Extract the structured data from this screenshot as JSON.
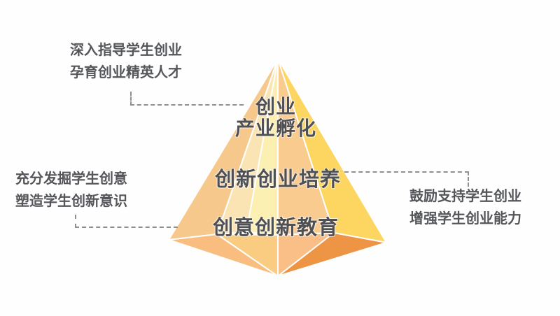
{
  "pyramid": {
    "peak_label": {
      "line1": "创业",
      "line2": "产业孵化"
    },
    "middle_label": "创新创业培养",
    "base_label": "创意创新教育",
    "text_color": "#4f5054",
    "facets": {
      "upper_left": "#F7C88C",
      "upper_mid_left": "#FBE4B4",
      "upper_center": "#FCEFB2",
      "upper_mid_right": "#FACB8F",
      "upper_right": "#FCD661",
      "lower_left": "#FABD80",
      "lower_mid_left": "#FACC82",
      "lower_mid_right": "#FABF87",
      "lower_right": "#EE9445",
      "edge_color": "#FFFFFF"
    }
  },
  "annotations": {
    "top_left": {
      "line1": "深入指导学生创业",
      "line2": "孕育创业精英人才"
    },
    "bottom_left": {
      "line1": "充分发掘学生创意",
      "line2": "塑造学生创新意识"
    },
    "right": {
      "line1": "鼓励支持学生创业",
      "line2": "增强学生创业能力"
    },
    "text_color": "#55565a",
    "connector_color": "#8f8f8f"
  }
}
